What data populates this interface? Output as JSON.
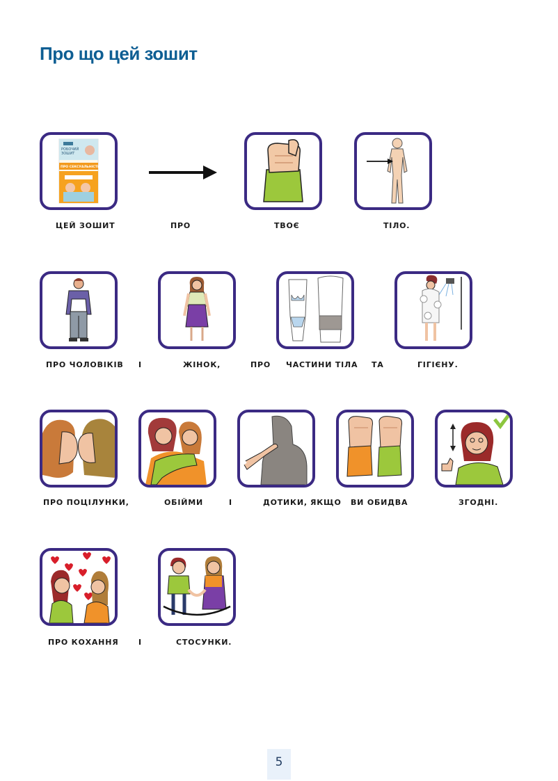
{
  "heading": "Про що цей зошит",
  "cover": {
    "title_lines": [
      "РОБОЧИЙ",
      "ЗОШИТ"
    ],
    "subtitle": "ПРО СЕКСУАЛЬНІСТЬ"
  },
  "rows": [
    {
      "words": [
        "ЦЕЙ ЗОШИТ",
        "ПРО",
        "ТВОЄ",
        "ТІЛО."
      ]
    },
    {
      "words": [
        "ПРО ЧОЛОВІКІВ",
        "І",
        "ЖІНОК,",
        "ПРО",
        "ЧАСТИНИ ТІЛА",
        "ТА",
        "ГІГІЄНУ."
      ]
    },
    {
      "words": [
        "ПРО ПОЦІЛУНКИ,",
        "ОБІЙМИ",
        "І",
        "ДОТИКИ,",
        "ЯКЩО",
        "ВИ ОБИДВА",
        "ЗГОДНІ."
      ]
    },
    {
      "words": [
        "ПРО  КОХАННЯ",
        "І",
        "СТОСУНКИ."
      ]
    }
  ],
  "pictograms": [
    "notebook-cover",
    "arrow",
    "your-own",
    "body",
    "man",
    "woman",
    "body-parts",
    "hygiene",
    "kissing",
    "hugging",
    "touching",
    "both",
    "agree",
    "love",
    "relationship"
  ],
  "page_number": "5",
  "colors": {
    "heading": "#0e5e93",
    "card_border": "#3b2a83"
  }
}
